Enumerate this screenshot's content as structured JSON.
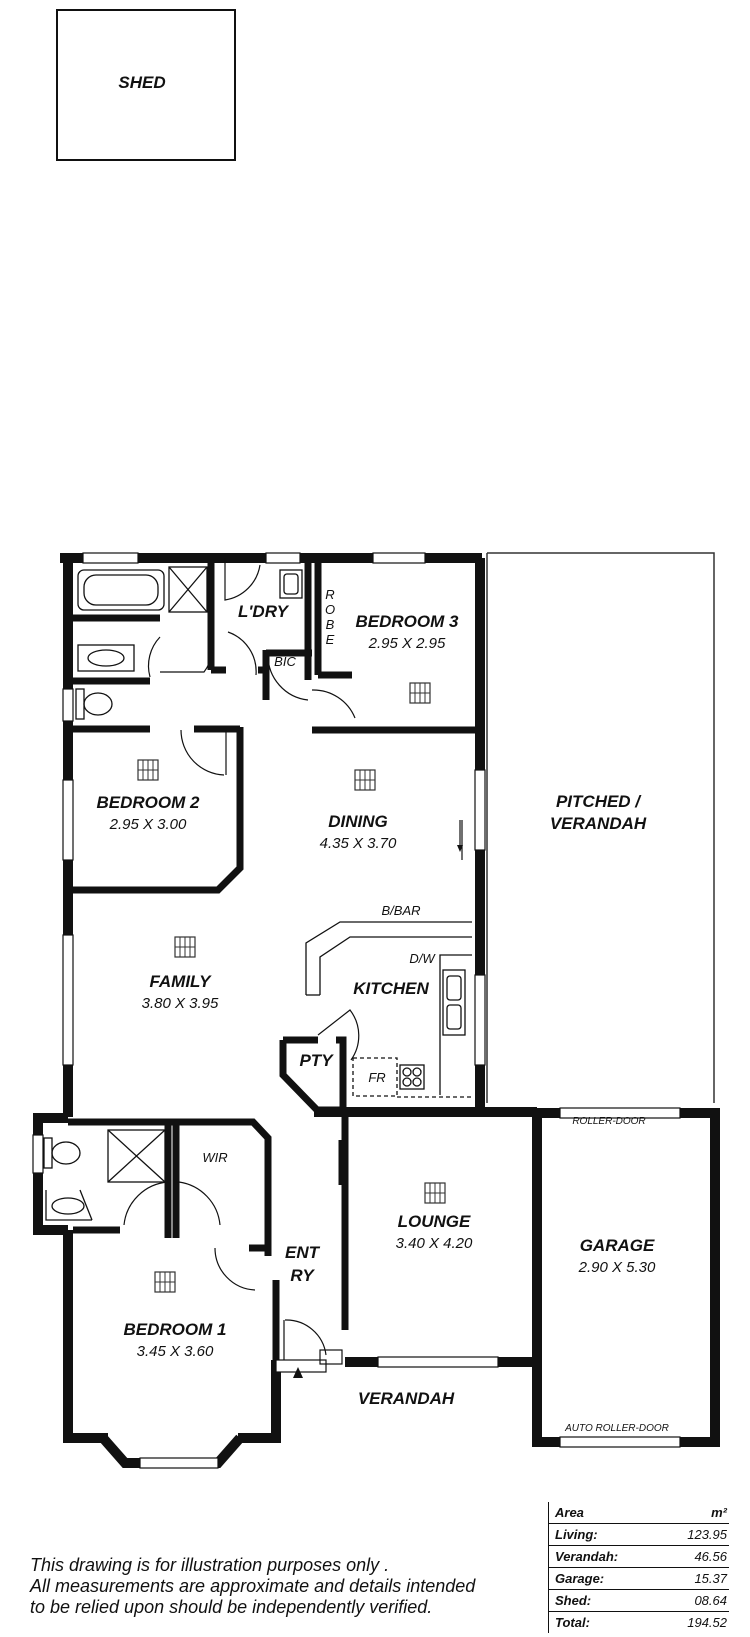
{
  "rooms": {
    "shed": "SHED",
    "ldry": "L'DRY",
    "robe": [
      "R",
      "O",
      "B",
      "E"
    ],
    "bic": "BIC",
    "bedroom3": {
      "name": "BEDROOM 3",
      "dims": "2.95 X 2.95"
    },
    "bedroom2": {
      "name": "BEDROOM 2",
      "dims": "2.95 X 3.00"
    },
    "dining": {
      "name": "DINING",
      "dims": "4.35 X 3.70"
    },
    "pitched_verandah": [
      "PITCHED /",
      "VERANDAH"
    ],
    "bbar": "B/BAR",
    "dw": "D/W",
    "kitchen": "KITCHEN",
    "family": {
      "name": "FAMILY",
      "dims": "3.80 X 3.95"
    },
    "pty": "PTY",
    "fr": "FR",
    "wir": "WIR",
    "lounge": {
      "name": "LOUNGE",
      "dims": "3.40 X 4.20"
    },
    "roller_door": "ROLLER-DOOR",
    "garage": {
      "name": "GARAGE",
      "dims": "2.90 X 5.30"
    },
    "entry": [
      "ENT",
      "RY"
    ],
    "bedroom1": {
      "name": "BEDROOM 1",
      "dims": "3.45 X 3.60"
    },
    "verandah": "VERANDAH",
    "auto_roller_door": "AUTO ROLLER-DOOR"
  },
  "disclaimer": [
    "This drawing is for illustration purposes only .",
    "All measurements are approximate and details intended",
    "to be relied upon should be independently verified."
  ],
  "areas": {
    "header": {
      "label": "Area",
      "unit": "m²"
    },
    "rows": [
      {
        "label": "Living:",
        "value": "123.95"
      },
      {
        "label": "Verandah:",
        "value": "46.56"
      },
      {
        "label": "Garage:",
        "value": "15.37"
      },
      {
        "label": "Shed:",
        "value": "08.64"
      },
      {
        "label": "Total:",
        "value": "194.52"
      }
    ]
  }
}
